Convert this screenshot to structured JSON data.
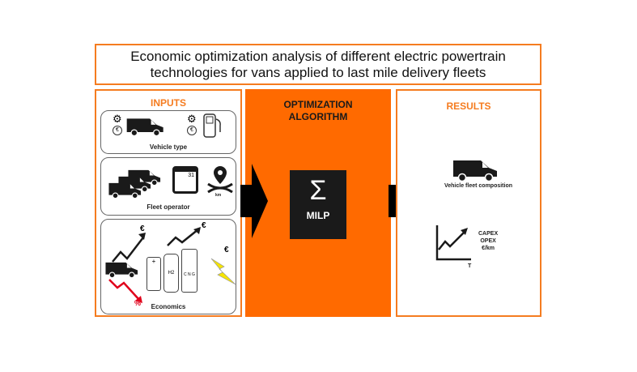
{
  "title": "Economic optimization analysis of different electric powertrain technologies for vans applied to last mile delivery fleets",
  "inputs": {
    "heading": "INPUTS",
    "panels": [
      {
        "label": "Vehicle type"
      },
      {
        "label": "Fleet operator",
        "calendar_day": "31",
        "map_unit": "km"
      },
      {
        "label": "Economics",
        "h2": "H2",
        "cng": "C N G",
        "percent": "%"
      }
    ],
    "currency": "€"
  },
  "optimization": {
    "heading_line1": "OPTIMIZATION",
    "heading_line2": "ALGORITHM",
    "symbol": "Σ",
    "method": "MILP"
  },
  "results": {
    "heading": "RESULTS",
    "fleet_label": "Vehicle fleet composition",
    "chart_axis": "T",
    "metrics": [
      "CAPEX",
      "OPEX",
      "€/km"
    ]
  },
  "colors": {
    "accent": "#f57c20",
    "orange_fill": "#ff6a00",
    "dark": "#1a1a1a",
    "red": "#e0001b",
    "yellow": "#f5e400"
  }
}
